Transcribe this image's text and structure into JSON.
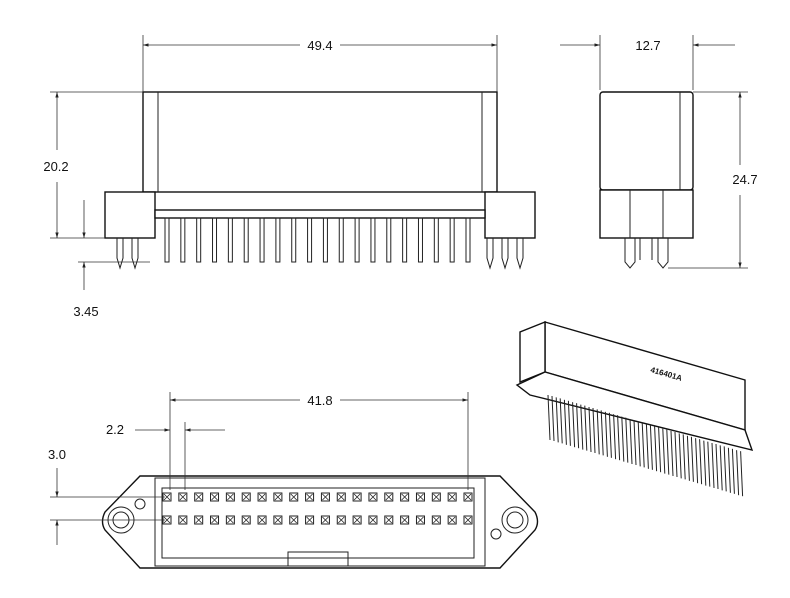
{
  "dimensions": {
    "front_width": "49.4",
    "side_width": "12.7",
    "front_height": "20.2",
    "side_height": "24.7",
    "pin_offset": "3.45",
    "pin_span": "41.8",
    "pin_pitch": "2.2",
    "row_pitch": "3.0"
  },
  "part_number": "416401A",
  "pins_per_row": 20,
  "rows": 2
}
